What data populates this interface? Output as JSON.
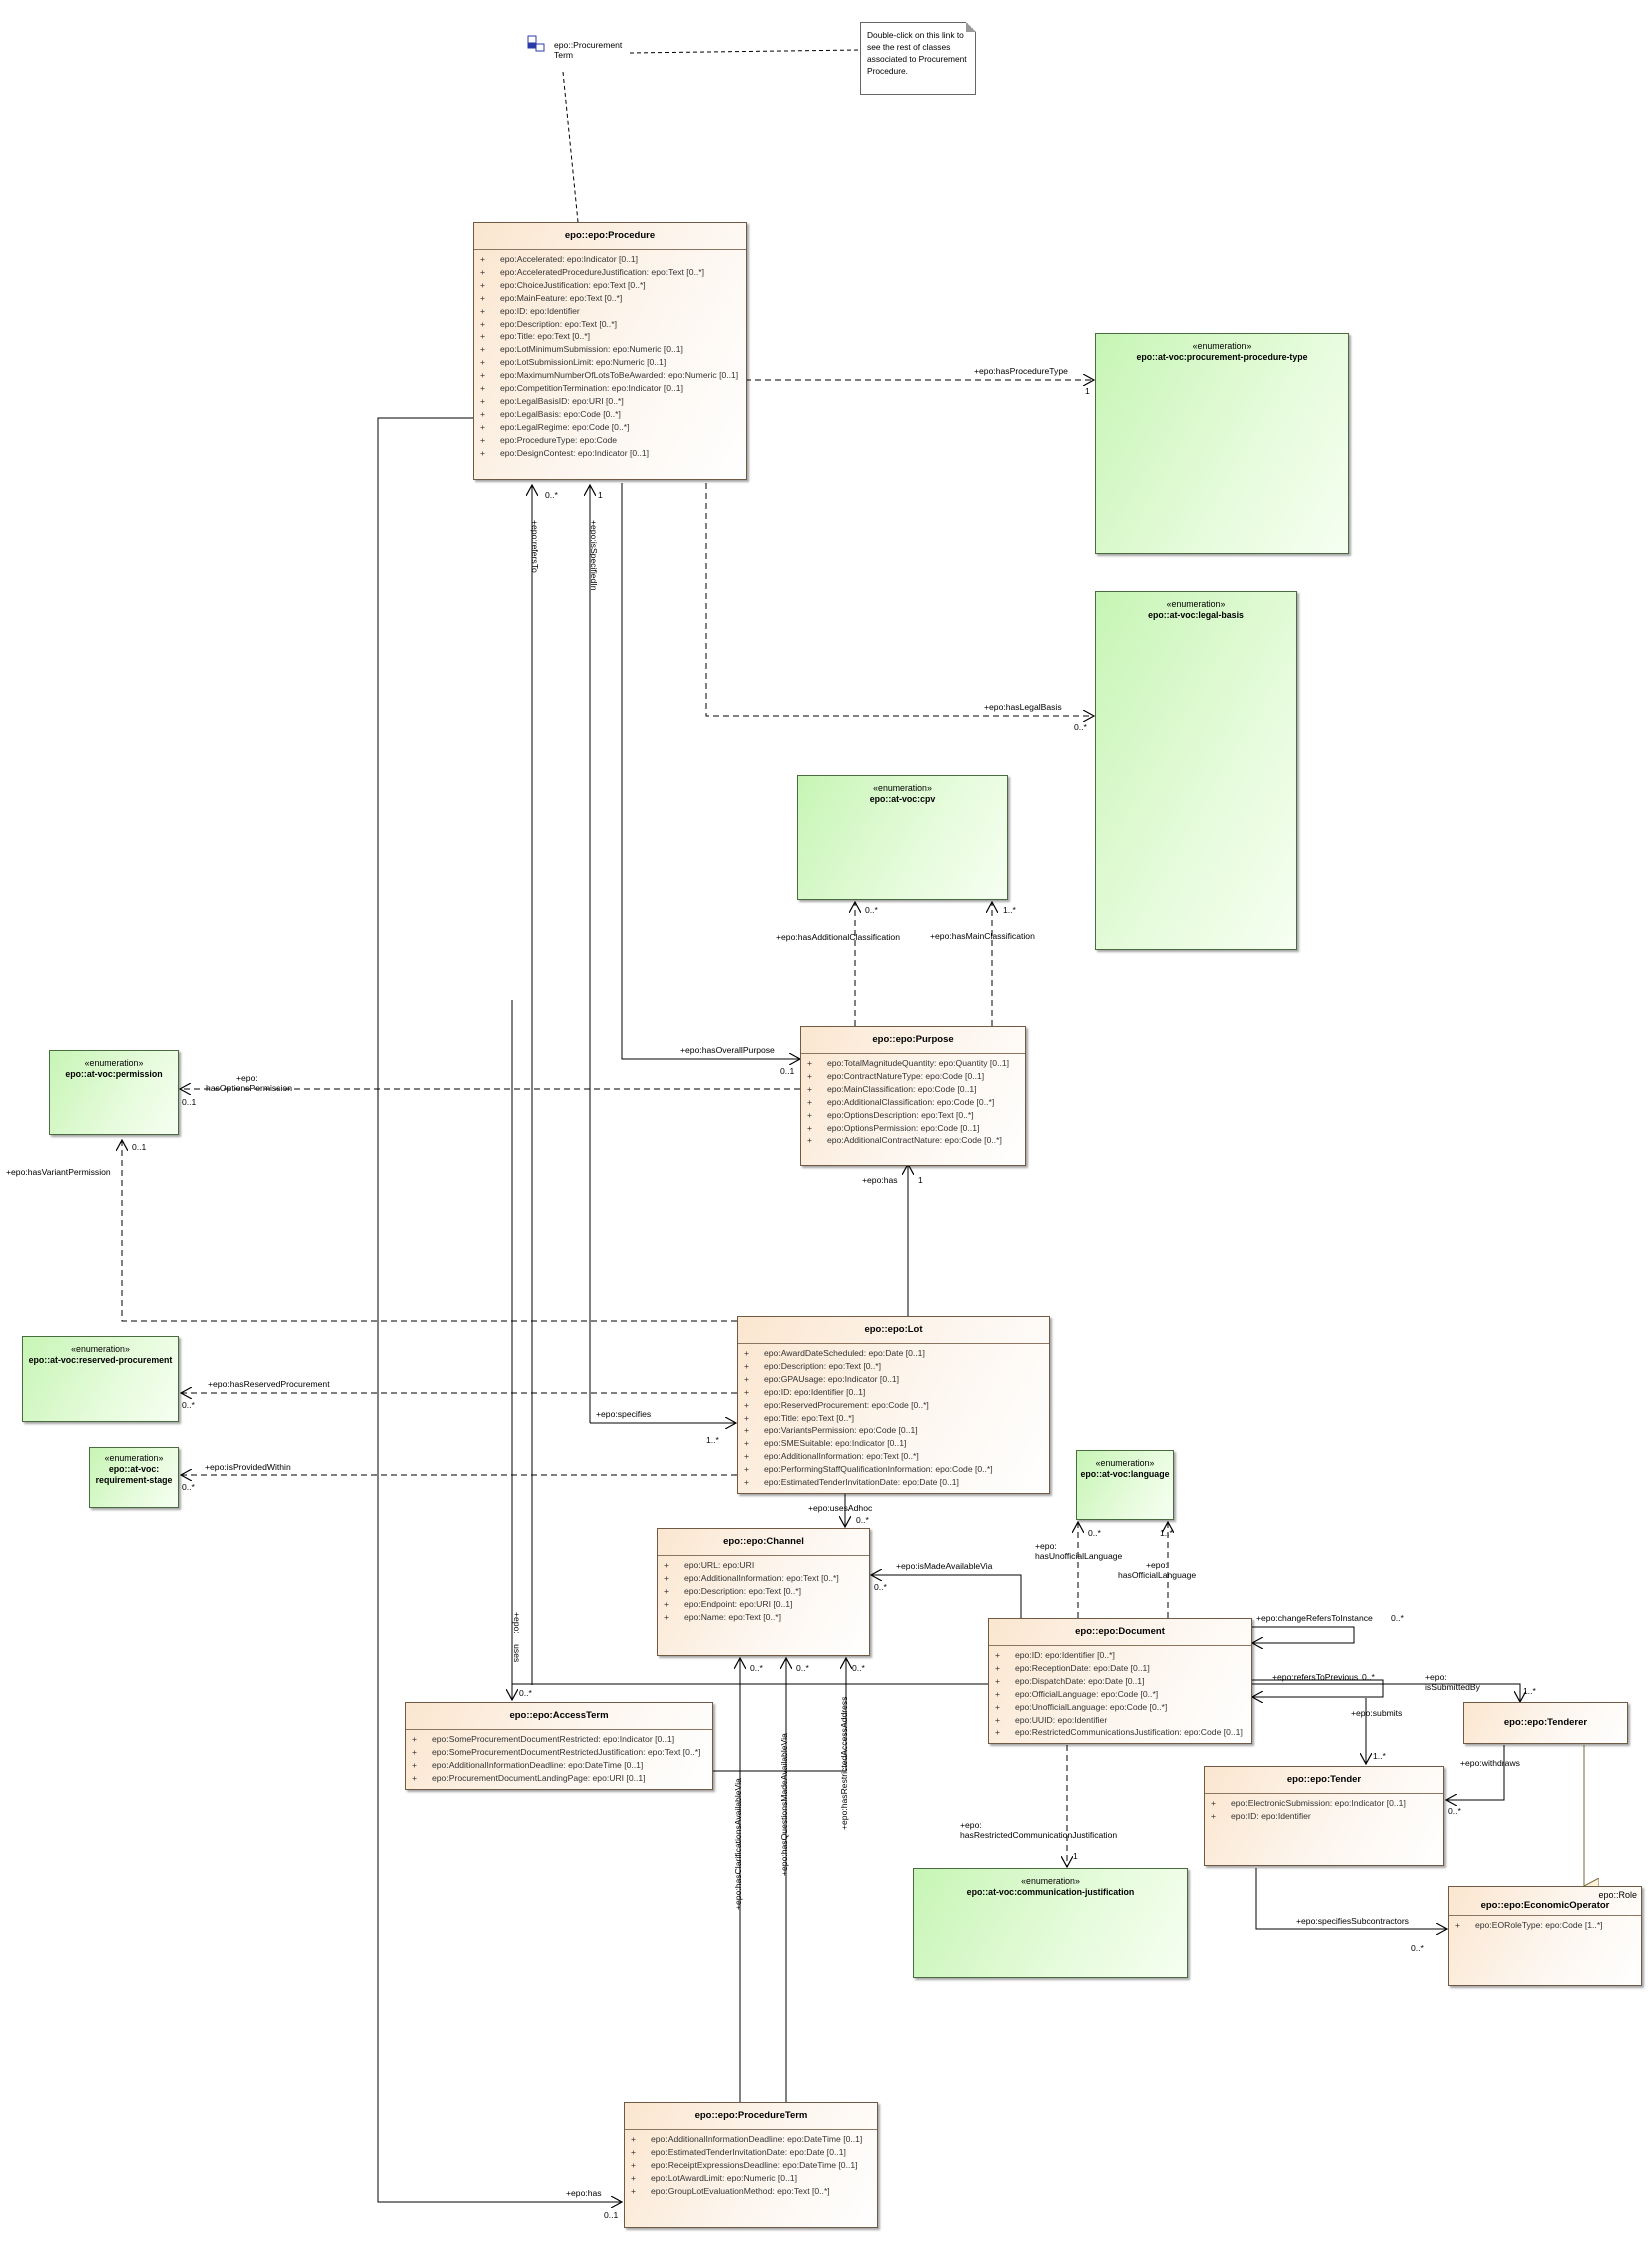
{
  "link": {
    "name_line1": "epo::Procurement",
    "name_line2": "Term"
  },
  "note": {
    "text": "Double-click on this link to see the rest of classes associated to Procurement Procedure."
  },
  "stereotype": "«enumeration»",
  "classes": {
    "procedure": {
      "name": "epo::epo:Procedure",
      "attributes": [
        "epo:Accelerated: epo:Indicator [0..1]",
        "epo:AcceleratedProcedureJustification: epo:Text [0..*]",
        "epo:ChoiceJustification: epo:Text [0..*]",
        "epo:MainFeature: epo:Text [0..*]",
        "epo:ID: epo:Identifier",
        "epo:Description: epo:Text [0..*]",
        "epo:Title: epo:Text [0..*]",
        "epo:LotMinimumSubmission: epo:Numeric [0..1]",
        "epo:LotSubmissionLimit: epo:Numeric [0..1]",
        "epo:MaximumNumberOfLotsToBeAwarded: epo:Numeric [0..1]",
        "epo:CompetitionTermination: epo:Indicator [0..1]",
        "epo:LegalBasisID: epo:URI [0..*]",
        "epo:LegalBasis: epo:Code [0..*]",
        "epo:LegalRegime: epo:Code [0..*]",
        "epo:ProcedureType: epo:Code",
        "epo:DesignContest: epo:Indicator [0..1]"
      ]
    },
    "purpose": {
      "name": "epo::epo:Purpose",
      "attributes": [
        "epo:TotalMagnitudeQuantity: epo:Quantity [0..1]",
        "epo:ContractNatureType: epo:Code [0..1]",
        "epo:MainClassification: epo:Code [0..1]",
        "epo:AdditionalClassification: epo:Code [0..*]",
        "epo:OptionsDescription: epo:Text [0..*]",
        "epo:OptionsPermission: epo:Code [0..1]",
        "epo:AdditionalContractNature: epo:Code [0..*]"
      ]
    },
    "lot": {
      "name": "epo::epo:Lot",
      "attributes": [
        "epo:AwardDateScheduled: epo:Date [0..1]",
        "epo:Description: epo:Text [0..*]",
        "epo:GPAUsage: epo:Indicator [0..1]",
        "epo:ID: epo:Identifier [0..1]",
        "epo:ReservedProcurement: epo:Code [0..*]",
        "epo:Title: epo:Text [0..*]",
        "epo:VariantsPermission: epo:Code [0..1]",
        "epo:SMESuitable: epo:Indicator [0..1]",
        "epo:AdditionalInformation: epo:Text [0..*]",
        "epo:PerformingStaffQualificationInformation: epo:Code [0..*]",
        "epo:EstimatedTenderInvitationDate: epo:Date [0..1]"
      ]
    },
    "channel": {
      "name": "epo::epo:Channel",
      "attributes": [
        "epo:URL: epo:URI",
        "epo:AdditionalInformation: epo:Text [0..*]",
        "epo:Description: epo:Text [0..*]",
        "epo:Endpoint: epo:URI [0..1]",
        "epo:Name: epo:Text [0..*]"
      ]
    },
    "document": {
      "name": "epo::epo:Document",
      "attributes": [
        "epo:ID: epo:Identifier [0..*]",
        "epo:ReceptionDate: epo:Date [0..1]",
        "epo:DispatchDate: epo:Date [0..1]",
        "epo:OfficialLanguage: epo:Code [0..*]",
        "epo:UnofficialLanguage: epo:Code [0..*]",
        "epo:UUID: epo:Identifier",
        "epo:RestrictedCommunicationsJustification: epo:Code [0..1]"
      ]
    },
    "accessterm": {
      "name": "epo::epo:AccessTerm",
      "attributes": [
        "epo:SomeProcurementDocumentRestricted: epo:Indicator [0..1]",
        "epo:SomeProcurementDocumentRestrictedJustification: epo:Text [0..*]",
        "epo:AdditionalInformationDeadline: epo:DateTime [0..1]",
        "epo:ProcurementDocumentLandingPage: epo:URI [0..1]"
      ]
    },
    "tenderer": {
      "name": "epo::epo:Tenderer",
      "attributes": []
    },
    "tender": {
      "name": "epo::epo:Tender",
      "attributes": [
        "epo:ElectronicSubmission: epo:Indicator [0..1]",
        "epo:ID: epo:Identifier"
      ]
    },
    "economicoperator": {
      "name": "epo::epo:EconomicOperator",
      "role": "epo::Role",
      "attributes": [
        "epo:EORoleType: epo:Code [1..*]"
      ]
    },
    "procedureterm": {
      "name": "epo::epo:ProcedureTerm",
      "attributes": [
        "epo:AdditionalInformationDeadline: epo:DateTime [0..1]",
        "epo:EstimatedTenderInvitationDate: epo:Date [0..1]",
        "epo:ReceiptExpressionsDeadline: epo:DateTime [0..1]",
        "epo:LotAwardLimit: epo:Numeric [0..1]",
        "epo:GroupLotEvaluationMethod: epo:Text [0..*]"
      ]
    }
  },
  "enums": {
    "proctype": "epo::at-voc:procurement-procedure-type",
    "legalbasis": "epo::at-voc:legal-basis",
    "cpv": "epo::at-voc:cpv",
    "permission": "epo::at-voc:permission",
    "reserved": "epo::at-voc:reserved-procurement",
    "reqstage1": "epo::at-voc:",
    "reqstage2": "requirement-stage",
    "language": "epo::at-voc:language",
    "commjust": "epo::at-voc:communication-justification"
  },
  "labels": {
    "hasProcedureType": "+epo:hasProcedureType",
    "m_proctype": "1",
    "hasLegalBasis": "+epo:hasLegalBasis",
    "m_legal": "0..*",
    "hasAdditionalClassification": "+epo:hasAdditionalClassification",
    "m_addclass": "0..*",
    "hasMainClassification": "+epo:hasMainClassification",
    "m_mainclass": "1..*",
    "hasOverallPurpose": "+epo:hasOverallPurpose",
    "m_overall": "0..1",
    "hasOptionsPermission1": "+epo:",
    "hasOptionsPermission2": "hasOptionsPermission",
    "m_optperm": "0..1",
    "hasVariantPermission": "+epo:hasVariantPermission",
    "m_varperm": "0..1",
    "has_purpose": "+epo:has",
    "m_has_purpose": "1",
    "hasReservedProcurement": "+epo:hasReservedProcurement",
    "m_reserved": "0..*",
    "specifies": "+epo:specifies",
    "m_specifies": "1..*",
    "isProvidedWithin": "+epo:isProvidedWithin",
    "m_provided": "0..*",
    "usesAdhoc": "+epo:usesAdhoc",
    "m_adhoc": "0..*",
    "isMadeAvailableVia": "+epo:isMadeAvailableVia",
    "m_madeavail": "0..*",
    "hasUnofficialLanguage1": "+epo:",
    "hasUnofficialLanguage2": "hasUnofficialLanguage",
    "m_unoff": "0..*",
    "hasOfficialLanguage1": "+epo:",
    "hasOfficialLanguage2": "hasOfficialLanguage",
    "m_off": "1..*",
    "changeRefersToInstance": "+epo:changeRefersToInstance",
    "m_change": "0..*",
    "refersToPrevious": "+epo:refersToPrevious",
    "m_refers": "0..*",
    "isSubmittedBy1": "+epo:",
    "isSubmittedBy2": "isSubmittedBy",
    "m_submittedby": "1..*",
    "submits": "+epo:submits",
    "m_submits": "1..*",
    "withdraws": "+epo:withdraws",
    "m_withdraws": "0..*",
    "hasRestrictedCommunicationJustification1": "+epo:",
    "hasRestrictedCommunicationJustification2": "hasRestrictedCommunicationJustification",
    "m_restricted": "1",
    "specifiesSubcontractors": "+epo:specifiesSubcontractors",
    "m_subcontr": "0..*",
    "has_term": "+epo:has",
    "m_has_term": "0..1",
    "m_access": "0..*",
    "m_c1": "0..*",
    "m_c2": "0..*",
    "m_c3": "0..*",
    "m_proc_a": "0..*",
    "m_proc_b": "1",
    "refersTo": "+epo:refersTo",
    "isSpecifiedIn": "+epo:isSpecifiedIn",
    "uses1": "+epo:",
    "uses2": "uses",
    "hasClarificationsAvailableVia": "+epo:hasClarificationsAvailableVia",
    "hasQuestionsMadeAvailableVia": "+epo:hasQuestionsMadeAvailableVia",
    "hasRestrictedAccessAddress": "+epo:hasRestrictedAccessAddress"
  }
}
